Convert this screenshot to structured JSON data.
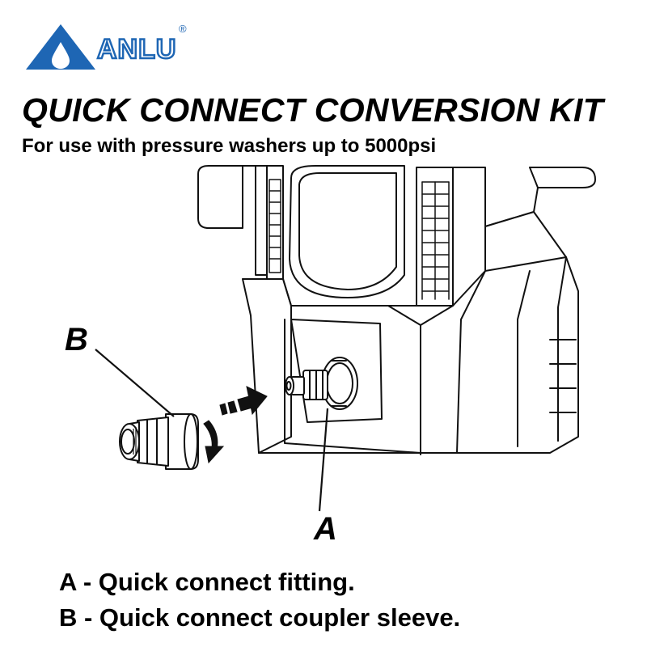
{
  "brand": {
    "name": "ANLU",
    "registered_mark": "®",
    "color": "#1e66b4"
  },
  "title": "QUICK CONNECT CONVERSION KIT",
  "subtitle": "For use with pressure washers up to 5000psi",
  "diagram": {
    "callouts": [
      {
        "id": "A",
        "label": "A"
      },
      {
        "id": "B",
        "label": "B"
      }
    ],
    "icons": [
      "pressure-washer-illustration",
      "coupler-sleeve-illustration",
      "insert-arrow-icon",
      "rotate-arrow-icon"
    ]
  },
  "legend": [
    {
      "key": "A",
      "text": "A - Quick connect fitting."
    },
    {
      "key": "B",
      "text": "B - Quick connect coupler sleeve."
    }
  ]
}
